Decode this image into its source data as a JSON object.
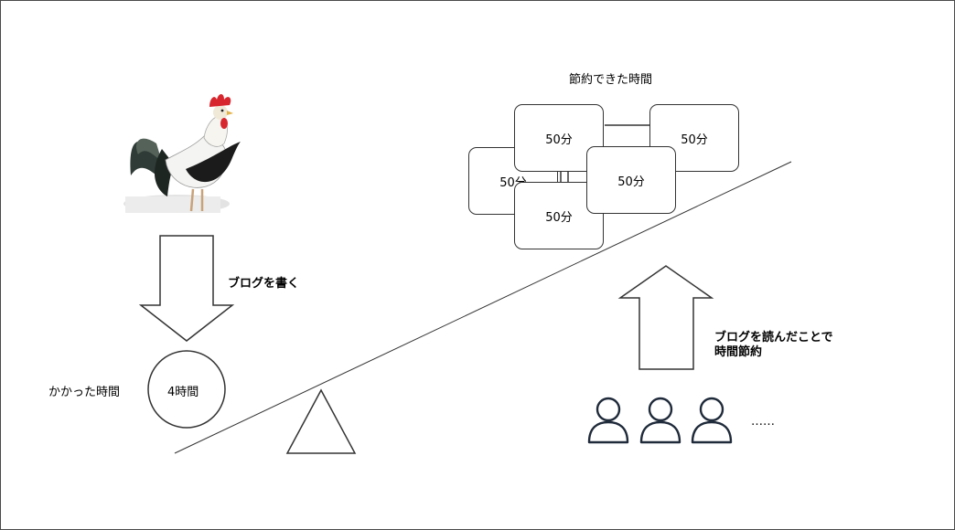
{
  "labels": {
    "saved_time_title": "節約できた時間",
    "write_blog": "ブログを書く",
    "time_spent": "かかった時間",
    "time_spent_value": "4時間",
    "read_blog_line1": "ブログを読んだことで",
    "read_blog_line2": "時間節約",
    "more_users": "……"
  },
  "saved_cards": [
    "50分",
    "50分",
    "50分",
    "50分",
    "50分"
  ],
  "icons": {
    "rooster": "rooster-photo",
    "user": "user-icon",
    "fulcrum": "triangle-fulcrum"
  },
  "colors": {
    "stroke": "#333333",
    "user_stroke": "#1f2a3a",
    "comb_red": "#d8262e"
  }
}
